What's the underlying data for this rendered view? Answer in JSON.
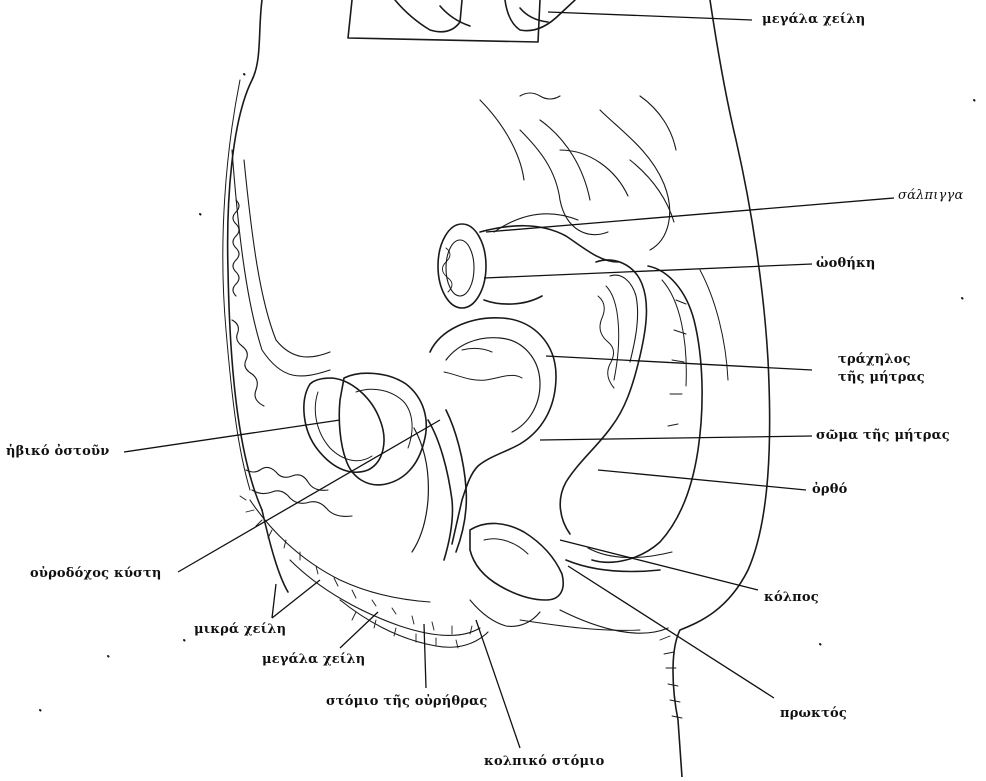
{
  "labels": {
    "megala_cheili_top": "μεγάλα χείλη",
    "salpingga": "σάλπιγγα",
    "oothiki": "ὠοθήκη",
    "trachilos_line1": "τράχηλος",
    "trachilos_line2": "τῆς μήτρας",
    "soma_mitras": "σῶμα τῆς μήτρας",
    "orthro": "ὀρθό",
    "ivoko_ostoun": "ἡβικό ὀστοῦν",
    "ourodochos_kysti": "οὐροδόχος κύστη",
    "kolpos": "κόλπος",
    "mikra_cheili": "μικρά χείλη",
    "megala_cheili_bottom": "μεγάλα χείλη",
    "stomio_ourithras": "στόμιο τῆς οὐρήθρας",
    "proktos": "πρωκτός",
    "kolpiko_stomio": "κολπικό στόμιο"
  },
  "colors": {
    "ink": "#111111",
    "background": "#ffffff"
  }
}
